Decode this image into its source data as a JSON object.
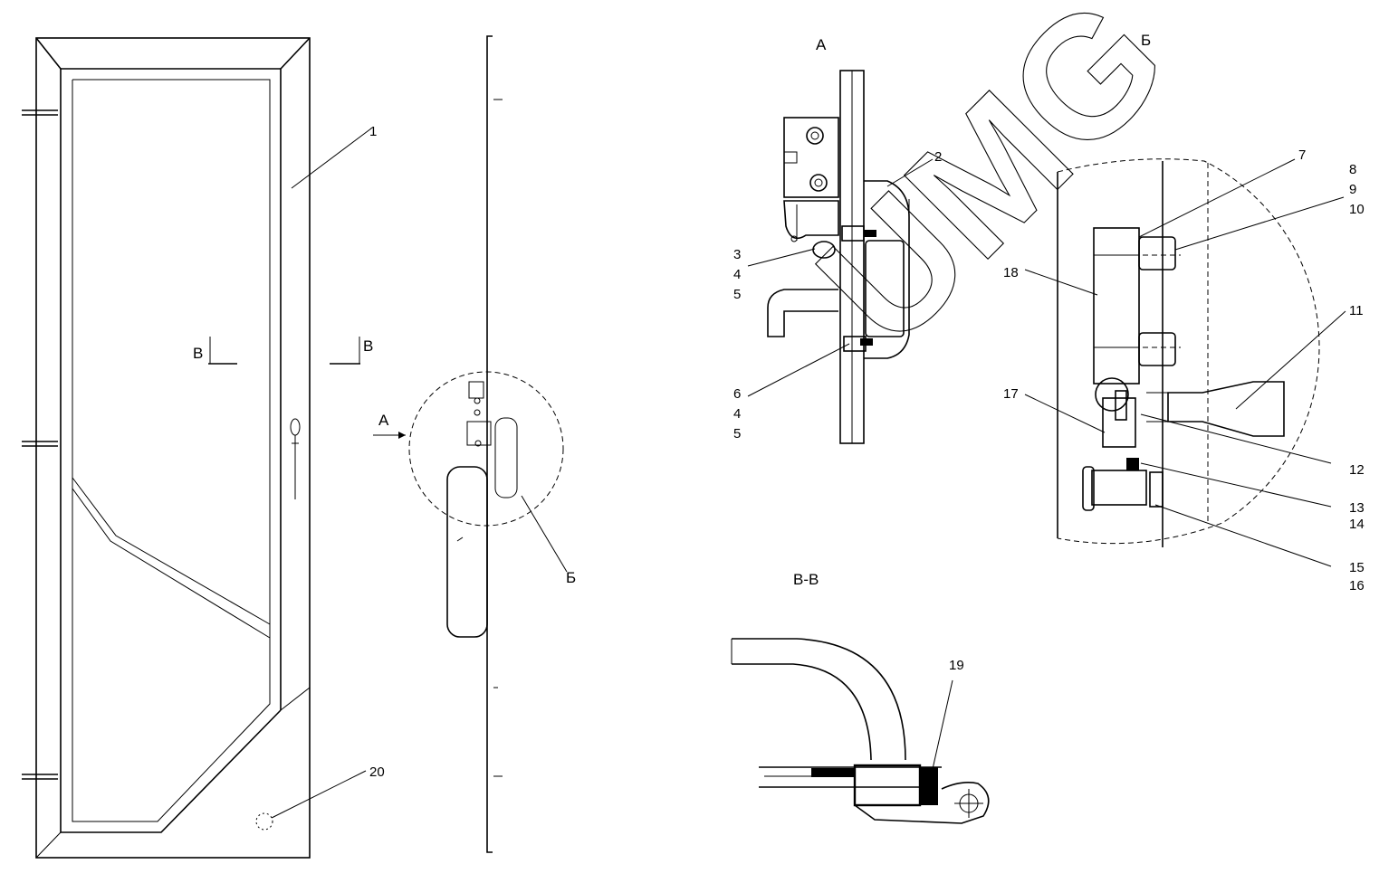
{
  "views": {
    "view_a": "А",
    "view_b": "Б",
    "section": "В-В",
    "section_mark": "В",
    "view_a_arrow": "А",
    "view_b_ref": "Б"
  },
  "callouts": {
    "c1": "1",
    "c2": "2",
    "c3": "3",
    "c4a": "4",
    "c5a": "5",
    "c6": "6",
    "c4b": "4",
    "c5b": "5",
    "c7": "7",
    "c8": "8",
    "c9": "9",
    "c10": "10",
    "c11": "11",
    "c12": "12",
    "c13": "13",
    "c14": "14",
    "c15": "15",
    "c16": "16",
    "c17": "17",
    "c18": "18",
    "c19": "19",
    "c20": "20"
  },
  "watermark": "UMG"
}
